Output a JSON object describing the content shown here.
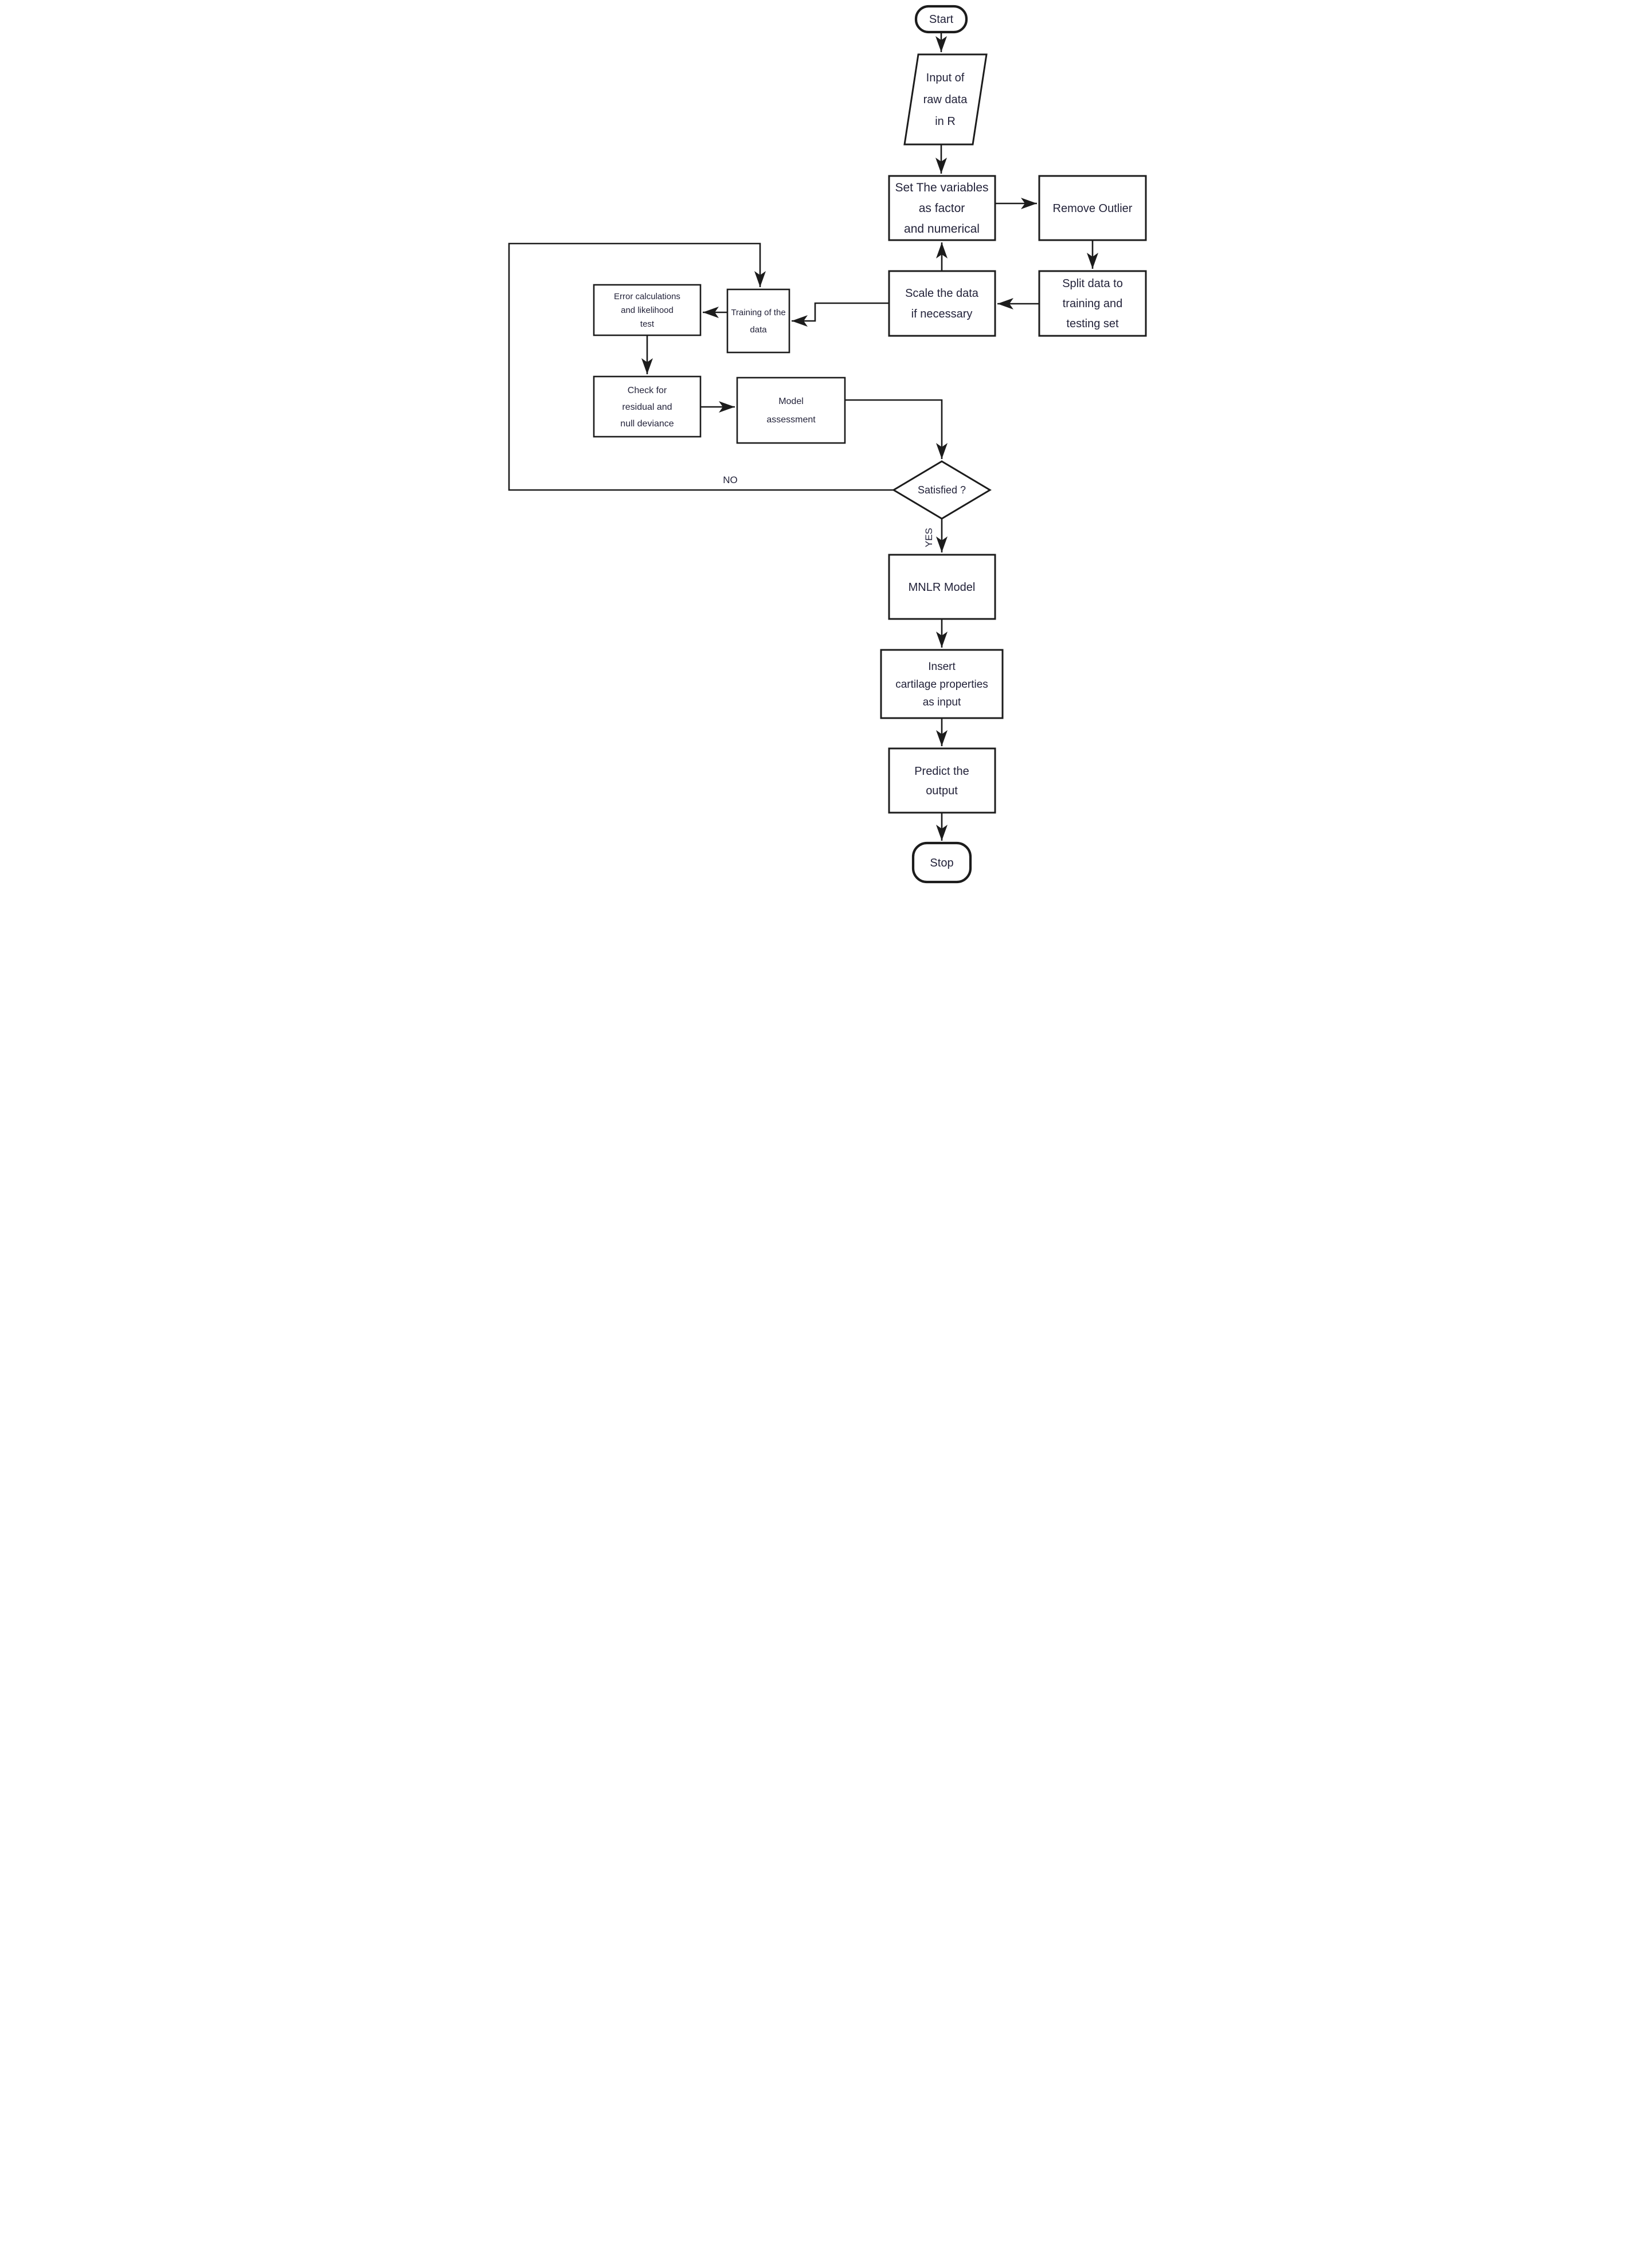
{
  "diagram": {
    "type": "flowchart",
    "background": "#ffffff",
    "colors": {
      "line": "#1c1c1c",
      "text": "#23233a",
      "node_fill": "#ffffff"
    },
    "nodes": {
      "start": {
        "shape": "stadium",
        "label": "Start"
      },
      "input_raw_data": {
        "shape": "parallelogram",
        "lines": [
          "Input of",
          "raw data",
          "in R"
        ]
      },
      "set_variables": {
        "shape": "rect",
        "lines": [
          "Set The variables",
          "as factor",
          "and numerical"
        ]
      },
      "remove_outlier": {
        "shape": "rect",
        "label": "Remove Outlier"
      },
      "split_data": {
        "shape": "rect",
        "lines": [
          "Split data to",
          "training and",
          "testing set"
        ]
      },
      "scale_data": {
        "shape": "rect",
        "lines": [
          "Scale the data",
          "if necessary"
        ]
      },
      "training": {
        "shape": "rect",
        "lines": [
          "Training of the",
          "data"
        ]
      },
      "error_calculations": {
        "shape": "rect",
        "lines": [
          "Error calculations",
          "and likelihood",
          "test"
        ]
      },
      "check_residual": {
        "shape": "rect",
        "lines": [
          "Check for",
          "residual and",
          "null deviance"
        ]
      },
      "model_assessment": {
        "shape": "rect",
        "lines": [
          "Model",
          "assessment"
        ]
      },
      "satisfied": {
        "shape": "diamond",
        "label": "Satisfied ?"
      },
      "mnlr_model": {
        "shape": "rect",
        "label": "MNLR Model"
      },
      "insert_cartilage": {
        "shape": "rect",
        "lines": [
          "Insert",
          "cartilage properties",
          "as input"
        ]
      },
      "predict_output": {
        "shape": "rect",
        "lines": [
          "Predict the",
          "output"
        ]
      },
      "stop": {
        "shape": "stadium",
        "label": "Stop"
      }
    },
    "edge_labels": {
      "no": "NO",
      "yes": "YES"
    }
  }
}
